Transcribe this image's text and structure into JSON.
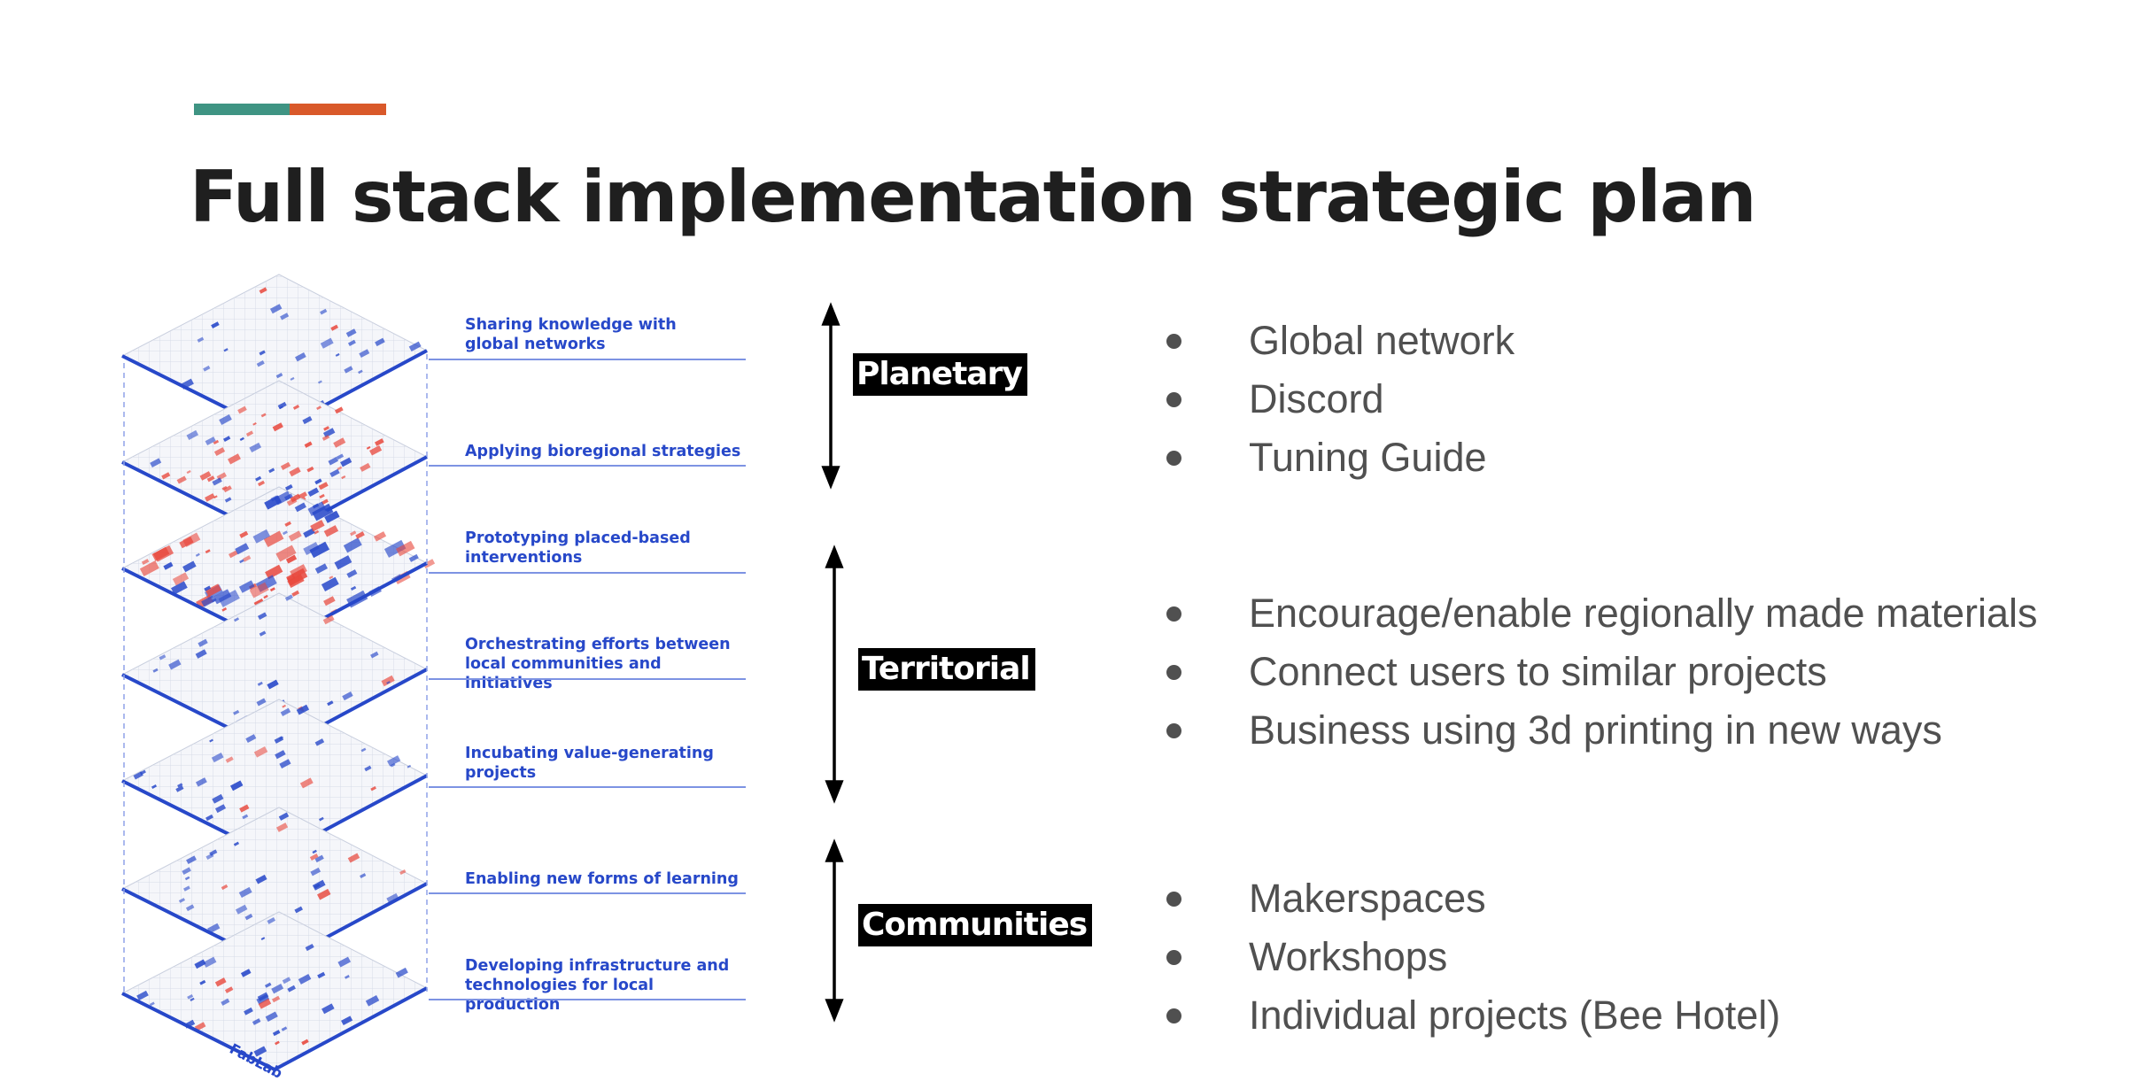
{
  "slide": {
    "title": "Full stack implementation strategic plan",
    "accent_colors": [
      "#3f9483",
      "#d9592a"
    ]
  },
  "stack_diagram": {
    "accent_blue": "#2748c9",
    "accent_red": "#e8473c",
    "layers": [
      {
        "label": "Sharing knowledge with\nglobal networks"
      },
      {
        "label": "Applying bioregional strategies"
      },
      {
        "label": "Prototyping placed-based\ninterventions"
      },
      {
        "label": "Orchestrating efforts between\nlocal communities and initiatives"
      },
      {
        "label": "Incubating value-generating\nprojects"
      },
      {
        "label": "Enabling new forms of learning"
      },
      {
        "label": "Developing infrastructure and\ntechnologies for local production"
      }
    ],
    "base_sign": "FabLab"
  },
  "scales": [
    {
      "name": "Planetary",
      "items": [
        "Global network",
        "Discord",
        "Tuning Guide"
      ]
    },
    {
      "name": "Territorial",
      "items": [
        "Encourage/enable regionally made materials",
        "Connect users to similar projects",
        "Business using 3d printing in new ways"
      ]
    },
    {
      "name": "Communities",
      "items": [
        "Makerspaces",
        "Workshops",
        "Individual projects (Bee Hotel)"
      ]
    }
  ]
}
